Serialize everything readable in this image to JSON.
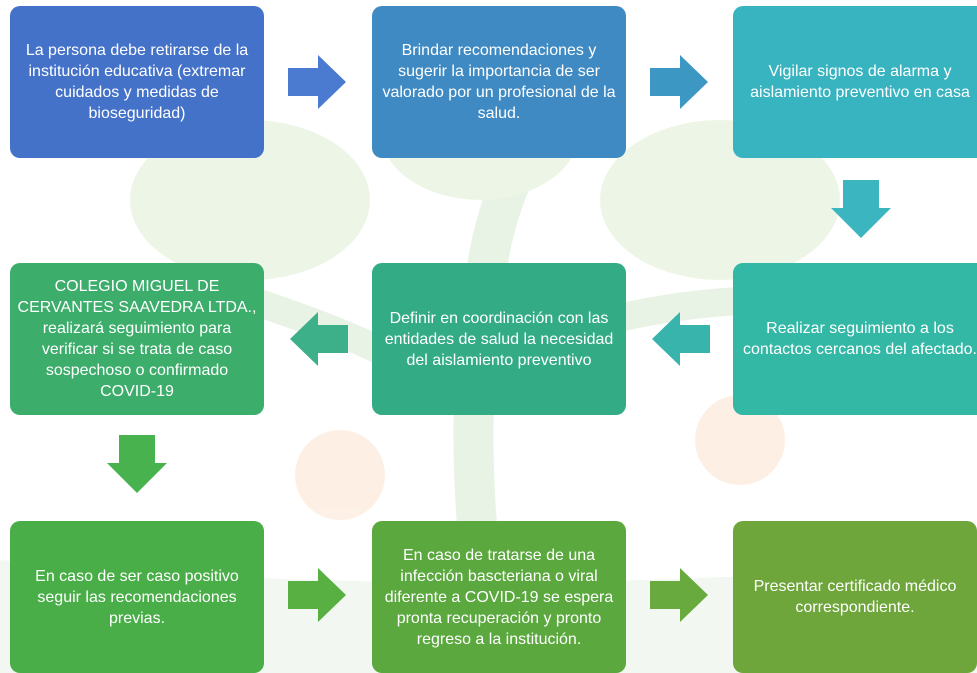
{
  "steps": [
    {
      "text": "La persona debe retirarse de la institución educativa (extremar cuidados y medidas de bioseguridad)",
      "color": "#4472c9"
    },
    {
      "text": "Brindar recomendaciones y sugerir la importancia de ser valorado por un profesional de la salud.",
      "color": "#3f8ac2"
    },
    {
      "text": "Vigilar signos de alarma y aislamiento preventivo en casa",
      "color": "#38b3c0"
    },
    {
      "text": "Realizar seguimiento a los contactos cercanos del afectado.",
      "color": "#34b8a6"
    },
    {
      "text": "Definir en coordinación con las entidades de salud la necesidad del aislamiento preventivo",
      "color": "#33ac85"
    },
    {
      "text": "COLEGIO MIGUEL DE CERVANTES SAAVEDRA LTDA., realizará seguimiento para verificar si se trata de caso sospechoso o confirmado COVID-19",
      "color": "#3cad6b"
    },
    {
      "text": "En caso de ser caso positivo seguir las recomendaciones previas.",
      "color": "#4aae48"
    },
    {
      "text": "En caso de tratarse de una infección bascteriana o viral diferente a COVID-19 se espera pronta recuperación y pronto regreso a la institución.",
      "color": "#5aa83e"
    },
    {
      "text": "Presentar certificado médico correspondiente.",
      "color": "#6ea63c"
    }
  ],
  "arrow_colors": [
    "#4a7bd0",
    "#3d97c3",
    "#3bb6c1",
    "#38b4ad",
    "#3eb089",
    "#48b24e",
    "#58b043",
    "#69aa3e"
  ]
}
